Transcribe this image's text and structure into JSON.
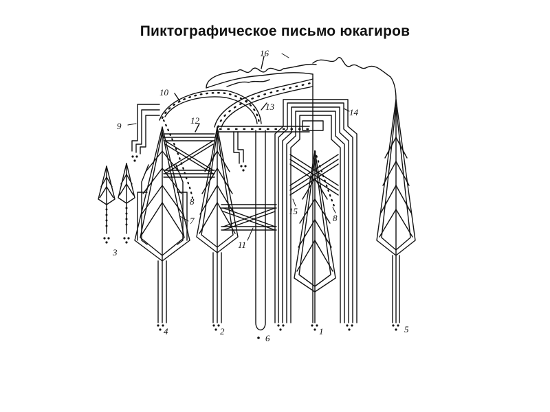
{
  "title": "Пиктографическое письмо юкагиров",
  "labels": {
    "n1": "1",
    "n2": "2",
    "n3": "3",
    "n4": "4",
    "n5": "5",
    "n6": "6",
    "n7": "7",
    "n8a": "8",
    "n8b": "8",
    "n9": "9",
    "n10": "10",
    "n11": "11",
    "n12": "12",
    "n13": "13",
    "n14": "14",
    "n15": "15",
    "n16": "16"
  },
  "colors": {
    "ink": "#111111",
    "background": "#ffffff"
  }
}
